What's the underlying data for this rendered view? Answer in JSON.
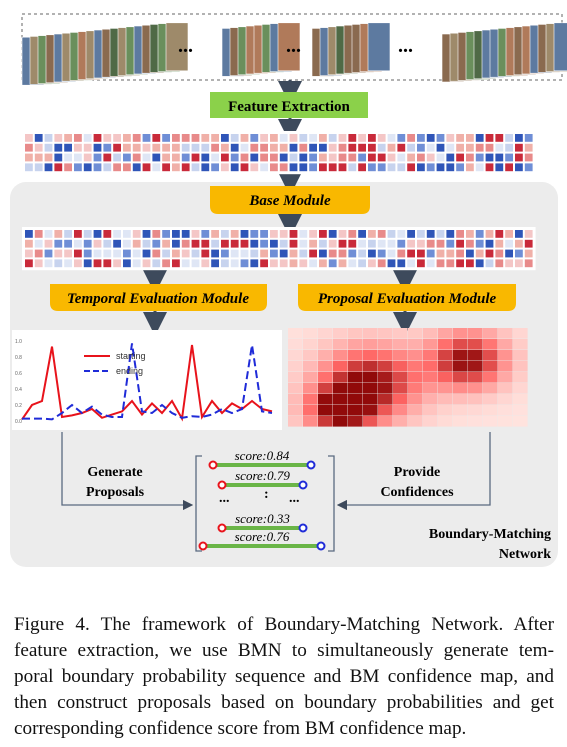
{
  "frames_ellipsis": [
    "...",
    "...",
    "..."
  ],
  "labels": {
    "feature_extraction": "Feature Extraction",
    "base_module": "Base Module",
    "tem": "Temporal Evaluation Module",
    "pem": "Proposal Evaluation Module",
    "generate": [
      "Generate",
      "Proposals"
    ],
    "provide": [
      "Provide",
      "Confidences"
    ],
    "network": [
      "Boundary-Matching",
      "Network"
    ]
  },
  "colors": {
    "feature_box": "#8bd14a",
    "module_box": "#f9b800",
    "panel": "#ececec",
    "starting": "#e8131b",
    "ending": "#1f2bd8",
    "proposal_bar": "#6ab547"
  },
  "chart_data": {
    "type": "line",
    "x": [
      0,
      1,
      2,
      3,
      4,
      5,
      6,
      7,
      8,
      9,
      10,
      11,
      12,
      13,
      14,
      15,
      16,
      17,
      18,
      19,
      20,
      21,
      22,
      23,
      24,
      25
    ],
    "series": [
      {
        "name": "starting",
        "values": [
          0.02,
          0.2,
          0.25,
          0.93,
          0.05,
          0.07,
          0.1,
          0.15,
          0.04,
          0.08,
          0.12,
          0.25,
          0.08,
          0.22,
          0.1,
          0.25,
          0.03,
          0.95,
          0.05,
          0.25,
          0.1,
          0.22,
          0.15,
          0.25,
          0.15,
          0.12
        ]
      },
      {
        "name": "ending",
        "values": [
          0.03,
          0.03,
          0.03,
          0.02,
          0.1,
          0.2,
          0.1,
          0.18,
          0.08,
          0.05,
          0.05,
          0.97,
          0.12,
          0.1,
          0.2,
          0.1,
          0.04,
          0.06,
          0.05,
          0.08,
          0.15,
          0.1,
          0.15,
          0.95,
          0.12,
          0.1
        ]
      }
    ],
    "yticks": [
      "0.0",
      "0.2",
      "0.4",
      "0.6",
      "0.8",
      "1.0"
    ],
    "ylim": [
      0,
      1.0
    ]
  },
  "proposals": [
    {
      "score": "score:0.84"
    },
    {
      "score": "score:0.79"
    },
    {
      "score": "score:0.33"
    },
    {
      "score": "score:0.76"
    }
  ],
  "proposal_dots": "...",
  "caption": [
    "Figure 4. The framework of Boundary-Matching Network.  After",
    "feature extraction, we use BMN to simultaneously generate tem-",
    "poral boundary probability sequence and BM confidence map, and",
    "then construct proposals based on boundary probabilities and get",
    "corresponding confidence score from BM confidence map."
  ]
}
